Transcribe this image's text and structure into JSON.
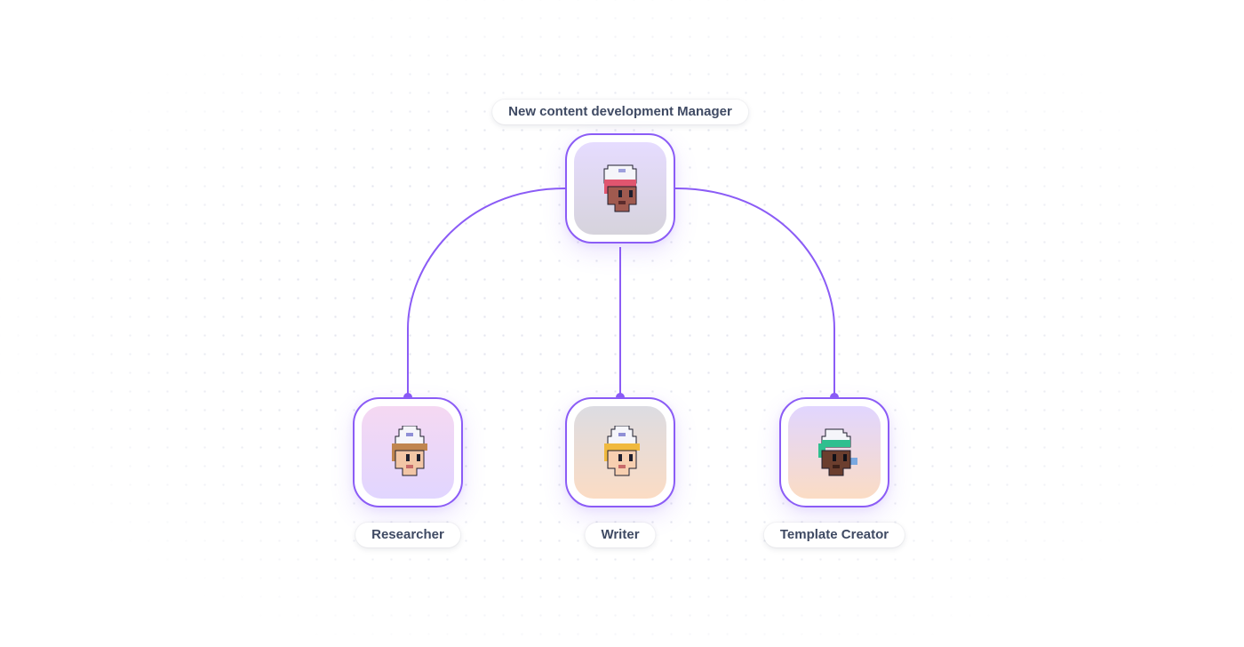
{
  "diagram": {
    "manager": {
      "label": "New content development Manager",
      "avatar_icon": "pixel-avatar-white-cap-pink-hair-icon"
    },
    "agents": [
      {
        "label": "Researcher",
        "avatar_icon": "pixel-avatar-white-cap-brown-hair-icon"
      },
      {
        "label": "Writer",
        "avatar_icon": "pixel-avatar-white-cap-blonde-hair-icon"
      },
      {
        "label": "Template Creator",
        "avatar_icon": "pixel-avatar-teal-cap-dark-skin-icon"
      }
    ],
    "colors": {
      "accent": "#8b5cf6",
      "label_text": "#3f4a63",
      "grid_dot": "#e3e5ee"
    }
  }
}
